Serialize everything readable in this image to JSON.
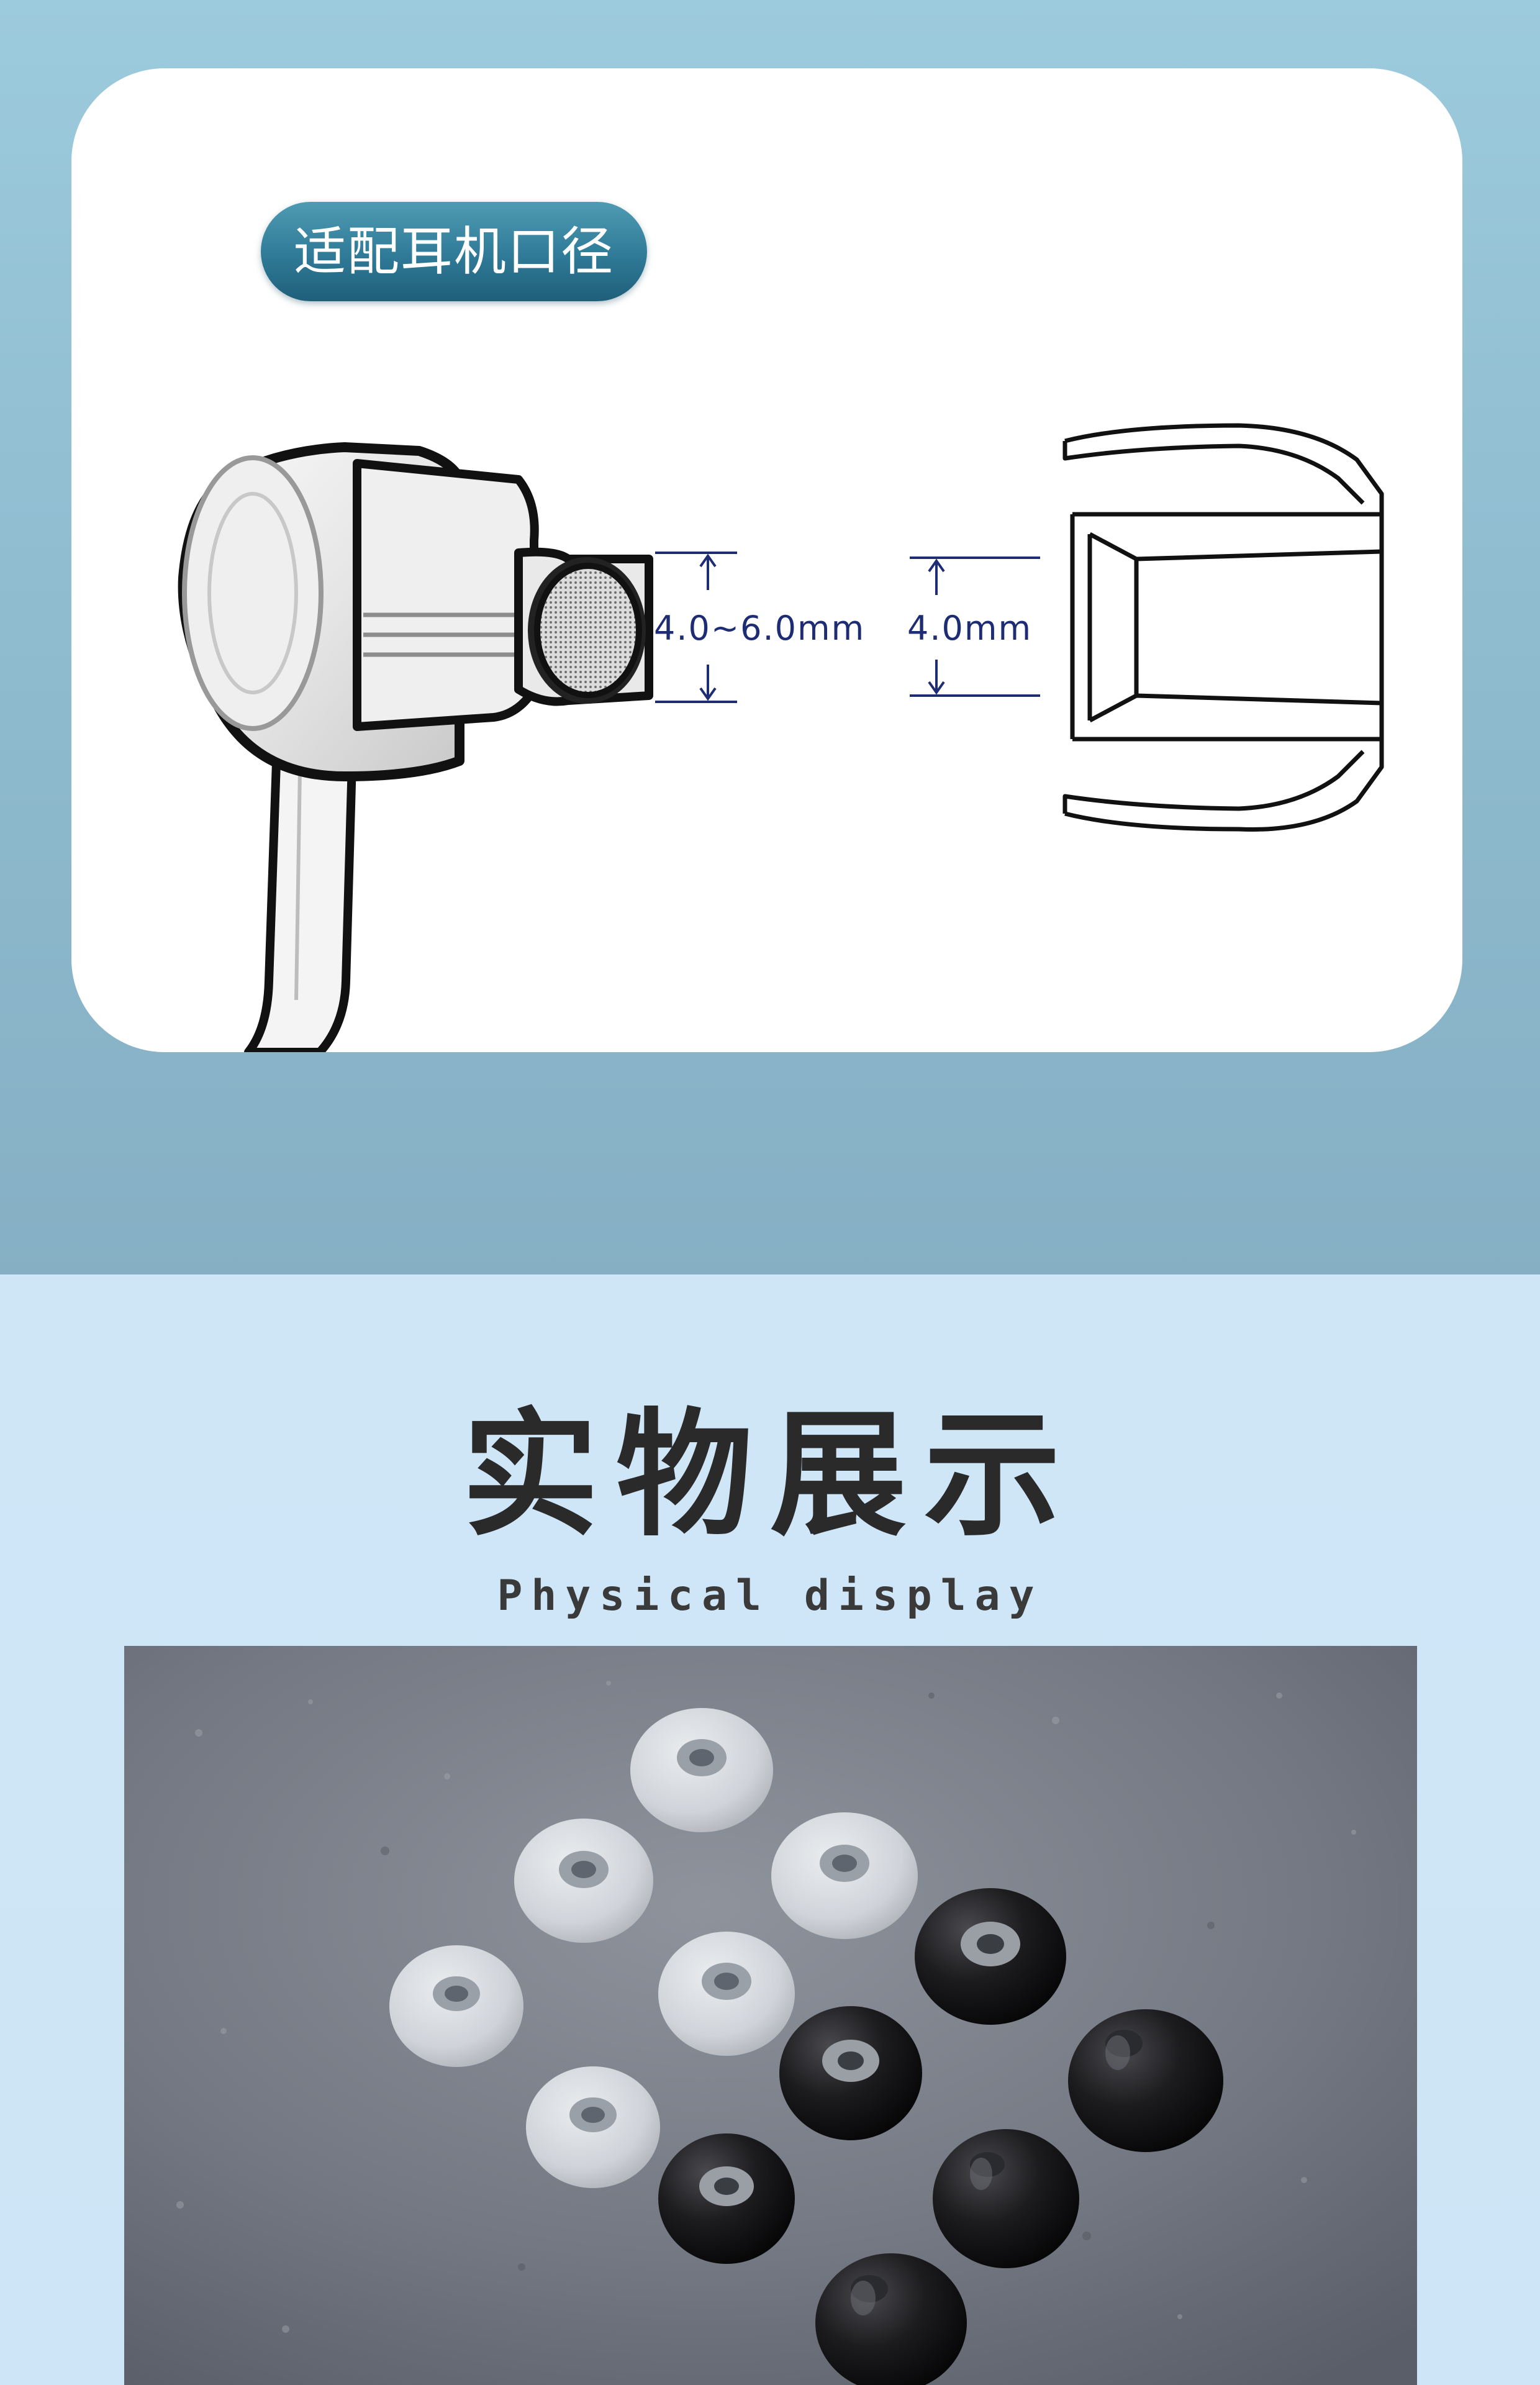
{
  "fit_section": {
    "badge_label": "适配耳机口径",
    "earphone_diameter_label": "4.0~6.0mm",
    "eartip_diameter_label": "4.0mm"
  },
  "display_section": {
    "title": "实物展示",
    "subtitle": "Physical display"
  },
  "colors": {
    "top_background": "#90bdd0",
    "badge": "#2f7a97",
    "dimension_text": "#1e2d73",
    "bottom_background": "#cfe6f7"
  },
  "icons": [
    "earphone-drawing",
    "eartip-drawing"
  ]
}
